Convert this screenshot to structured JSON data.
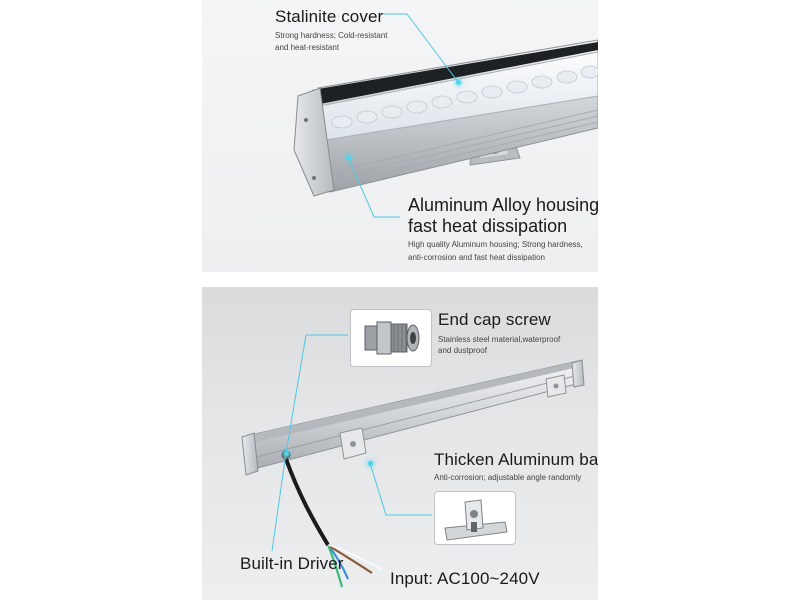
{
  "top_panel": {
    "cover_title": "Stalinite cover",
    "cover_desc_line1": "Strong hardness; Cold-resistant",
    "cover_desc_line2": "and heat-resistant",
    "housing_title_line1": "Aluminum Alloy housing,",
    "housing_title_line2": "fast heat dissipation",
    "housing_desc_line1": "High quality Aluminum housing; Strong hardness,",
    "housing_desc_line2": "anti-corrosion and fast heat dissipation"
  },
  "bottom_panel": {
    "screw_title": "End cap screw",
    "screw_desc_line1": "Stainless steel material,waterproof",
    "screw_desc_line2": "and dustproof",
    "base_title": "Thicken Aluminum base",
    "base_desc": "Anti-corrosion; adjustable angle randomly",
    "driver_label": "Built-in Driver",
    "input_label": "Input: AC100~240V"
  },
  "colors": {
    "callout_line": "#4fc9e4",
    "wire_blue": "#3a8fe0",
    "wire_green": "#3cb878",
    "wire_brown": "#8a5a3a"
  },
  "icons": [
    "end-cap-screw-image",
    "aluminum-base-bracket-image"
  ]
}
